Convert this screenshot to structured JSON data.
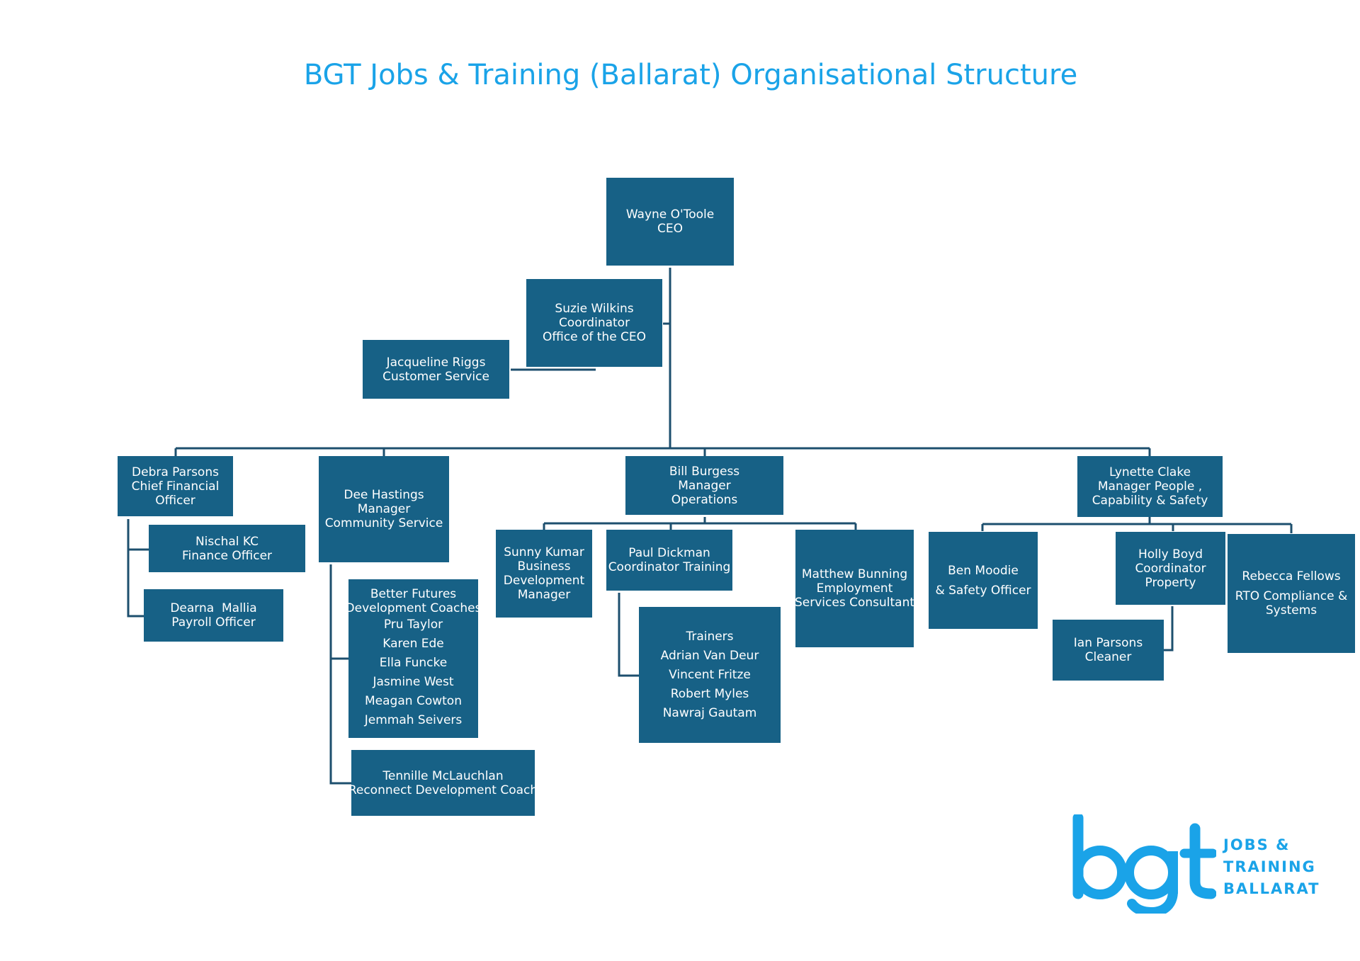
{
  "title": "BGT Jobs & Training (Ballarat) Organisational Structure",
  "colors": {
    "box_fill": "#176186",
    "box_text": "#ffffff",
    "connector": "#1d4f6e",
    "title": "#1aa3e8",
    "logo": "#1aa3e8"
  },
  "org": {
    "ceo": [
      "Wayne O'Toole",
      "CEO"
    ],
    "coordinator_ceo": [
      "Suzie Wilkins",
      "Coordinator",
      "Office of the CEO"
    ],
    "customer_service": [
      "Jacqueline Riggs",
      "Customer Service"
    ],
    "cfo": [
      "Debra Parsons",
      "Chief Financial",
      "Officer"
    ],
    "finance_officer": [
      "Nischal KC",
      "Finance Officer"
    ],
    "payroll_officer": [
      "Dearna  Mallia",
      "Payroll Officer"
    ],
    "community_manager": [
      "Dee Hastings",
      "Manager",
      "Community Service"
    ],
    "better_futures": [
      "Better Futures",
      "Development Coaches",
      "Pru Taylor",
      "Karen Ede",
      "Ella Funcke",
      "Jasmine West",
      "Meagan Cowton",
      "Jemmah Seivers"
    ],
    "reconnect": [
      "Tennille McLauchlan",
      "Reconnect Development Coach"
    ],
    "operations_manager": [
      "Bill Burgess",
      "Manager",
      "Operations"
    ],
    "business_dev": [
      "Sunny Kumar",
      "Business",
      "Development",
      "Manager"
    ],
    "coordinator_training": [
      "Paul Dickman",
      "Coordinator Training"
    ],
    "trainers": [
      "Trainers",
      "Adrian Van Deur",
      "Vincent Fritze",
      "Robert Myles",
      "Nawraj Gautam"
    ],
    "employment_consultant": [
      "Matthew Bunning",
      "Employment",
      "Services Consultant"
    ],
    "people_manager": [
      "Lynette Clake",
      "Manager People ,",
      "Capability & Safety"
    ],
    "safety_officer": [
      "Ben Moodie",
      "",
      "& Safety Officer"
    ],
    "property_coordinator": [
      "Holly Boyd",
      "Coordinator",
      "Property"
    ],
    "cleaner": [
      "Ian Parsons",
      "Cleaner"
    ],
    "rto_compliance": [
      "Rebecca Fellows",
      "",
      "RTO Compliance &",
      "Systems"
    ]
  },
  "logo": {
    "wordmark": "bgt",
    "lines": [
      "JOBS &",
      "TRAINING",
      "BALLARAT"
    ]
  }
}
